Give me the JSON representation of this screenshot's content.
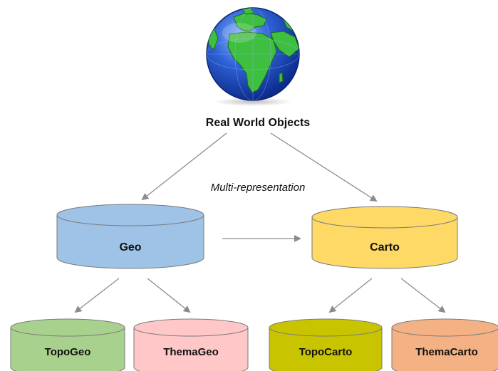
{
  "title": "Real World Objects",
  "subtitle": "Multi-representation",
  "icon": "globe-icon",
  "nodes": {
    "geo": {
      "label": "Geo",
      "color": "#9fc2e7"
    },
    "carto": {
      "label": "Carto",
      "color": "#ffd966"
    },
    "topogeo": {
      "label": "TopoGeo",
      "color": "#a9d18e"
    },
    "themageo": {
      "label": "ThemaGeo",
      "color": "#ffc7c7"
    },
    "topocarto": {
      "label": "TopoCarto",
      "color": "#c9c400"
    },
    "themacarto": {
      "label": "ThemaCarto",
      "color": "#f4b183"
    }
  },
  "edges": [
    {
      "from": "Real World Objects",
      "to": "Geo"
    },
    {
      "from": "Real World Objects",
      "to": "Carto"
    },
    {
      "from": "Geo",
      "to": "Carto"
    },
    {
      "from": "Geo",
      "to": "TopoGeo"
    },
    {
      "from": "Geo",
      "to": "ThemaGeo"
    },
    {
      "from": "Carto",
      "to": "TopoCarto"
    },
    {
      "from": "Carto",
      "to": "ThemaCarto"
    }
  ],
  "colors": {
    "arrow": "#8c8c8c",
    "globe_ocean": "#1f4fbf",
    "globe_land": "#3fbf3f"
  }
}
